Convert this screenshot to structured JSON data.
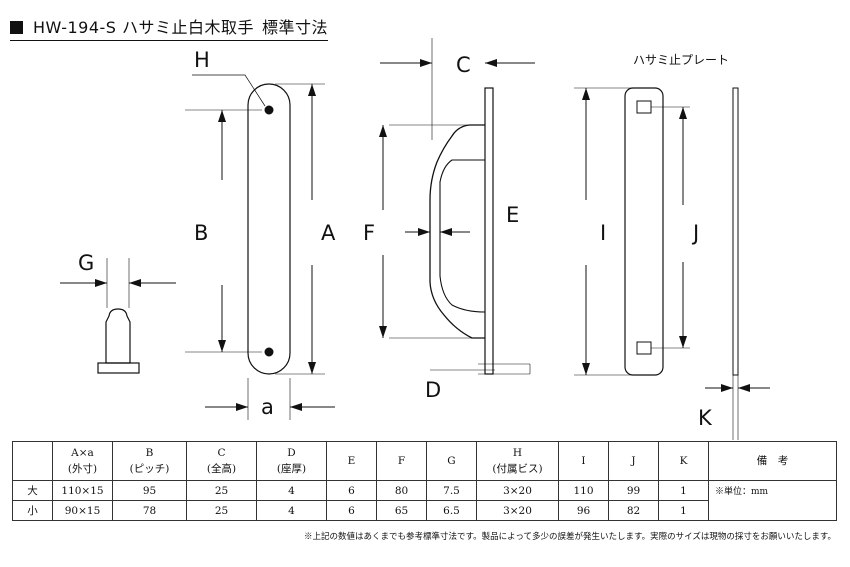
{
  "title": {
    "main": "HW-194-S ハサミ止白木取手",
    "sub": "標準寸法"
  },
  "plate_title": "ハサミ止プレート",
  "labels": {
    "A": "A",
    "B": "B",
    "C": "C",
    "D": "D",
    "E": "E",
    "F": "F",
    "G": "G",
    "H": "H",
    "I": "I",
    "J": "J",
    "K": "K",
    "a": "a"
  },
  "table": {
    "headers": [
      {
        "top": "",
        "bottom": ""
      },
      {
        "top": "A×a",
        "bottom": "(外寸)"
      },
      {
        "top": "B",
        "bottom": "(ピッチ)"
      },
      {
        "top": "C",
        "bottom": "(全高)"
      },
      {
        "top": "D",
        "bottom": "(座厚)"
      },
      {
        "top": "E",
        "bottom": ""
      },
      {
        "top": "F",
        "bottom": ""
      },
      {
        "top": "G",
        "bottom": ""
      },
      {
        "top": "H",
        "bottom": "(付属ビス)"
      },
      {
        "top": "I",
        "bottom": ""
      },
      {
        "top": "J",
        "bottom": ""
      },
      {
        "top": "K",
        "bottom": ""
      }
    ],
    "remarks_header": "備　考",
    "rows": [
      {
        "size": "大",
        "cells": [
          "110×15",
          "95",
          "25",
          "4",
          "6",
          "80",
          "7.5",
          "3×20",
          "110",
          "99",
          "1"
        ]
      },
      {
        "size": "小",
        "cells": [
          "90×15",
          "78",
          "25",
          "4",
          "6",
          "65",
          "6.5",
          "3×20",
          "96",
          "82",
          "1"
        ]
      }
    ],
    "unit_note": "※単位：mm"
  },
  "footnote": "※上記の数値はあくまでも参考標準寸法です。製品によって多少の誤差が発生いたします。実際のサイズは現物の採寸をお願いいたします。"
}
